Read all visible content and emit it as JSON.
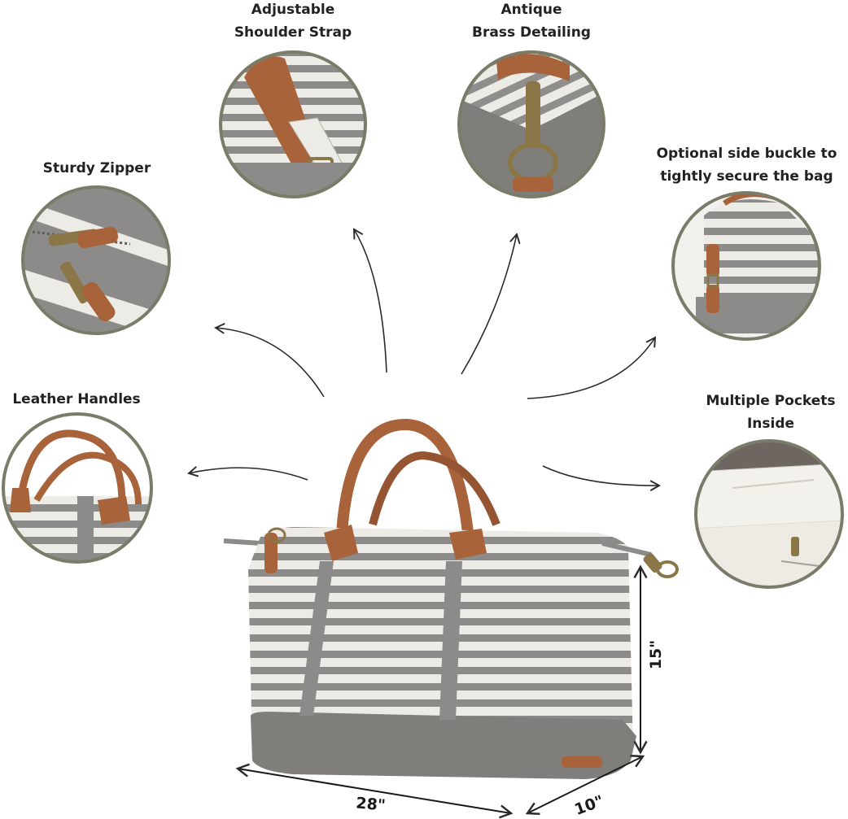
{
  "features": {
    "shoulder_strap": [
      "Adjustable",
      "Shoulder Strap"
    ],
    "brass": [
      "Antique",
      "Brass Detailing"
    ],
    "zipper": [
      "Sturdy Zipper"
    ],
    "side_buckle": [
      "Optional side buckle to",
      "tightly secure the bag"
    ],
    "handles": [
      "Leather Handles"
    ],
    "pockets": [
      "Multiple Pockets",
      "Inside"
    ]
  },
  "dimensions": {
    "width": "28\"",
    "depth": "10\"",
    "height": "15\""
  },
  "colors": {
    "stripe_gray": "#8c8b89",
    "stripe_cream": "#ecebe6",
    "leather": "#a8633b",
    "circle_border": "#7a7b68",
    "brass": "#8a7646"
  }
}
